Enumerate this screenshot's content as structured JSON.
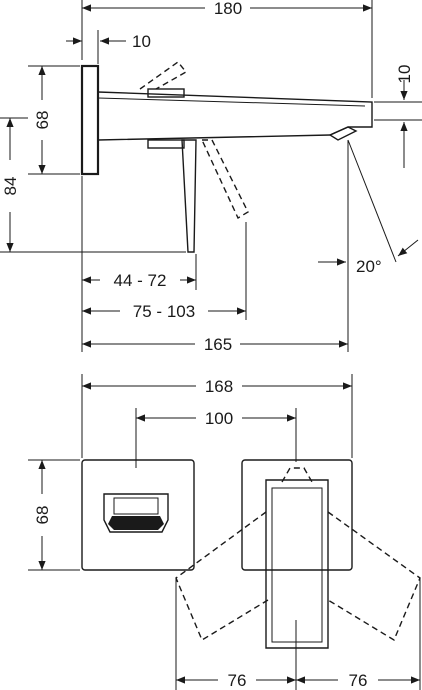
{
  "dimensions": {
    "top_width": "180",
    "wall_plate_depth": "10",
    "spout_height": "10",
    "plate_height_side": "68",
    "total_height": "84",
    "lever_range_a": "44 - 72",
    "lever_range_b": "75 - 103",
    "spout_projection": "165",
    "spray_angle": "20°",
    "front_total_width": "168",
    "center_distance": "100",
    "plate_height_front": "68",
    "lever_swing_left": "76",
    "lever_swing_right": "76"
  }
}
